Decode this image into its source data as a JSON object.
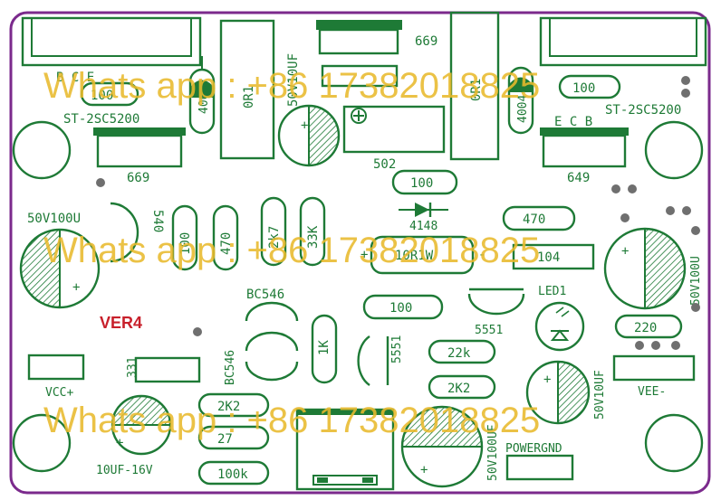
{
  "board": {
    "colors": {
      "silk": "#1e7a36",
      "edge": "#7b2a8c",
      "pad": "#6f6f6f",
      "version": "#c8202b",
      "watermark": "#e8b92c"
    },
    "version_label": "VER4",
    "labels": {
      "cap_50v10uf_top": "50V10UF",
      "res_669_top": "669",
      "res_669_left": "669",
      "res_649_right": "649",
      "trimpot_502": "502",
      "trans_left": "ST-2SC5200",
      "trans_right": "ST-2SC5200",
      "pins_left": "B    C    E",
      "pins_right": "E   C   B",
      "res_100_left": "100",
      "res_100_right": "100",
      "diode_4004_left": "4004",
      "diode_4004_right": "4004",
      "inductor_left": "0R1",
      "inductor_right": "0R1",
      "res_100_center": "100",
      "diode_4148": "4148",
      "res_470_right": "470",
      "res_10r1w": "10R1W",
      "res_104": "104",
      "cap_50v100u_left": "50V100U",
      "cap_50v100u_right": "50V100U",
      "res_540": "540",
      "res_100_v": "100",
      "res_470_v": "470",
      "res_2k7": "2k7",
      "res_33k": "33K",
      "bc546_top": "BC546",
      "bc546_side": "BC546",
      "res_100_mid": "100",
      "trans_5551_top": "5551",
      "trans_5551_side": "5551",
      "led1": "LED1",
      "res_220": "220",
      "res_1k": "1K",
      "res_22k": "22k",
      "res_2k2_right": "2K2",
      "res_2k2_left": "2K2",
      "res_27": "27",
      "res_100k": "100k",
      "res_331": "331",
      "cap_50v10uf_right": "50V10UF",
      "cap_50v100uf_bottom": "50V100UF",
      "cap_10uf_16v": "10UF-16V",
      "vcc": "VCC+",
      "vee": "VEE-",
      "powergnd": "POWERGND",
      "plus": "+",
      "minus": "-"
    },
    "watermark": "Whats app : +86 17382018825"
  }
}
